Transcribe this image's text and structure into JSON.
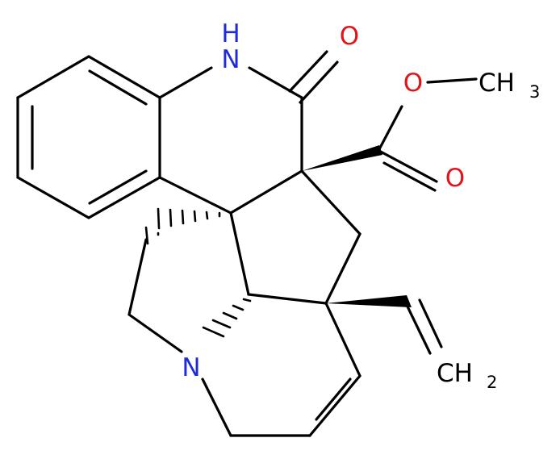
{
  "colors": {
    "bond": "#000000",
    "nitrogen": "#1f2bd8",
    "oxygen": "#e0141b",
    "carbon": "#000000",
    "background": "#ffffff"
  },
  "atoms": {
    "nh": "H",
    "n_amide": "N",
    "o_carbonyl": "O",
    "o_ester_single": "O",
    "ch3_main": "CH",
    "ch3_sub": "3",
    "o_ester_double": "O",
    "n_amine": "N",
    "ch2_main": "CH",
    "ch2_sub": "2"
  }
}
